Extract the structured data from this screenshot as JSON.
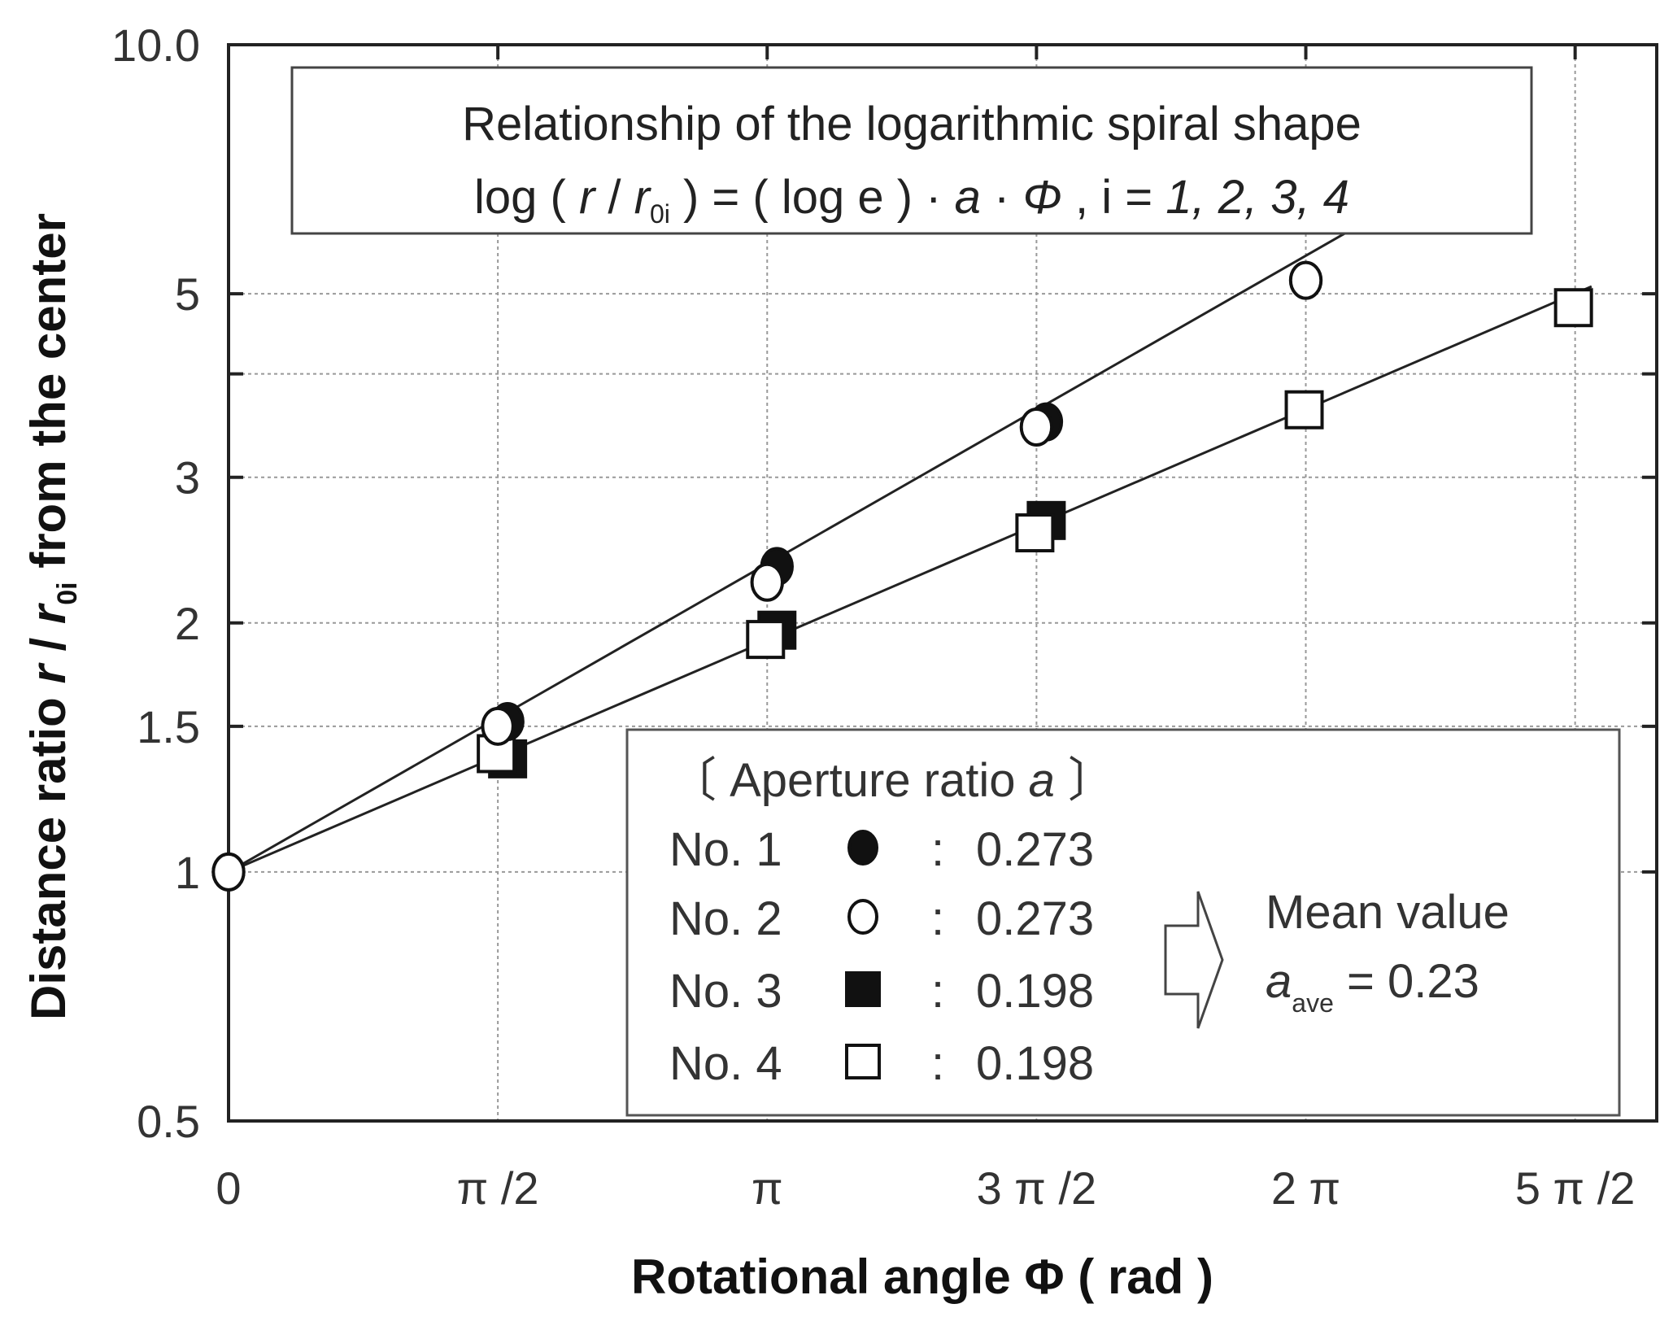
{
  "chart_data": {
    "type": "scatter",
    "title_lines": [
      "Relationship of the logarithmic spiral shape"
    ],
    "formula": {
      "lhs_log": "log ( ",
      "r": "r",
      "slash": "  / ",
      "r0": "r",
      "r0_sub": "0i",
      "rhs": " ) = ( log e ) · ",
      "a": "a",
      "dot": " · ",
      "phi": "Φ",
      "tail": " , i = ",
      "indices": "1, 2, 3, 4"
    },
    "xlabel": "Rotational angle Φ  ( rad )",
    "ylabel_parts": {
      "pre": "Distance ratio ",
      "r": "r",
      "mid": " / ",
      "r0": "r",
      "sub": "0i",
      "post": " from the center"
    },
    "x_scale": "linear",
    "y_scale": "log",
    "xlim": [
      0,
      8.33
    ],
    "ylim": [
      0.5,
      10.0
    ],
    "x_ticks": [
      {
        "value": 0,
        "label": "0"
      },
      {
        "value": 1.5708,
        "label": "π /2"
      },
      {
        "value": 3.1416,
        "label": "π"
      },
      {
        "value": 4.7124,
        "label": "3 π /2"
      },
      {
        "value": 6.2832,
        "label": "2 π"
      },
      {
        "value": 7.854,
        "label": "5 π /2"
      }
    ],
    "y_ticks": [
      {
        "value": 10,
        "label": "10.0"
      },
      {
        "value": 5,
        "label": "5"
      },
      {
        "value": 4,
        "label": ""
      },
      {
        "value": 3,
        "label": "3"
      },
      {
        "value": 2,
        "label": "2"
      },
      {
        "value": 1.5,
        "label": "1.5"
      },
      {
        "value": 1,
        "label": "1"
      },
      {
        "value": 0.5,
        "label": "0.5"
      }
    ],
    "grid": true,
    "series": [
      {
        "name": "No. 1",
        "marker": "filled-circle",
        "a": "0.273",
        "x": [
          0,
          1.5708,
          3.1416,
          4.7124
        ],
        "y": [
          1.0,
          1.52,
          2.34,
          3.5
        ]
      },
      {
        "name": "No. 2",
        "marker": "open-circle",
        "a": "0.273",
        "x": [
          0,
          1.5708,
          3.1416,
          4.7124,
          6.2832
        ],
        "y": [
          1.0,
          1.5,
          2.24,
          3.45,
          5.19
        ]
      },
      {
        "name": "No. 3",
        "marker": "filled-square",
        "a": "0.198",
        "x": [
          1.5708,
          3.1416,
          4.7124
        ],
        "y": [
          1.37,
          1.96,
          2.66
        ]
      },
      {
        "name": "No. 4",
        "marker": "open-square",
        "a": "0.198",
        "x": [
          1.5708,
          3.1416,
          4.7124,
          6.2832,
          7.854
        ],
        "y": [
          1.39,
          1.91,
          2.57,
          3.62,
          4.81
        ]
      }
    ],
    "fit_lines": [
      {
        "a": 0.273,
        "x_end": 6.75
      },
      {
        "a": 0.205,
        "x_end": 7.95
      }
    ],
    "legend": {
      "heading_open": "〔 Aperture ratio ",
      "heading_a": "a",
      "heading_close": " 〕",
      "colon": ":",
      "mean_label": "Mean value",
      "mean_symbol": "a",
      "mean_sub": "ave",
      "mean_eq": " =  0.23",
      "placement": "bottom-right"
    }
  }
}
